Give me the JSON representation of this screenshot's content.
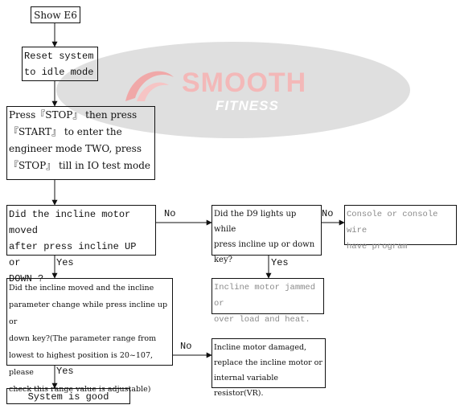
{
  "watermark": {
    "brand": "SMOOTH",
    "sub": "FITNESS",
    "ring_color": "#d4d4d4",
    "text_color": "#f3b8b8"
  },
  "flow": {
    "show_e6": "Show E6",
    "reset": "Reset system\nto idle mode",
    "engineer_mode": "Press『STOP』 then press\n『START』 to enter the\nengineer mode TWO, press\n『STOP』 till in IO test mode",
    "q_motor_moved": "Did the incline motor moved\nafter press incline UP or\nDOWN ?",
    "q_d9": "Did the D9 lights up while\npress incline up or down\nkey?",
    "console": "Console or console wire\nhave program",
    "jammed": "Incline motor jammed or\nover load and heat.",
    "q_param": "Did the incline moved and the incline\nparameter change while press incline up or\ndown key?(The parameter range from\nlowest to highest position is 20~107, please\ncheck this range value is adjustable)",
    "damaged": "Incline motor damaged,\nreplace the incline motor or\ninternal variable resistor(VR).",
    "good": "System is good"
  },
  "labels": {
    "no_1": "No",
    "no_2": "No",
    "yes_1": "Yes",
    "yes_2": "Yes",
    "no_3": "No",
    "yes_3": "Yes"
  }
}
